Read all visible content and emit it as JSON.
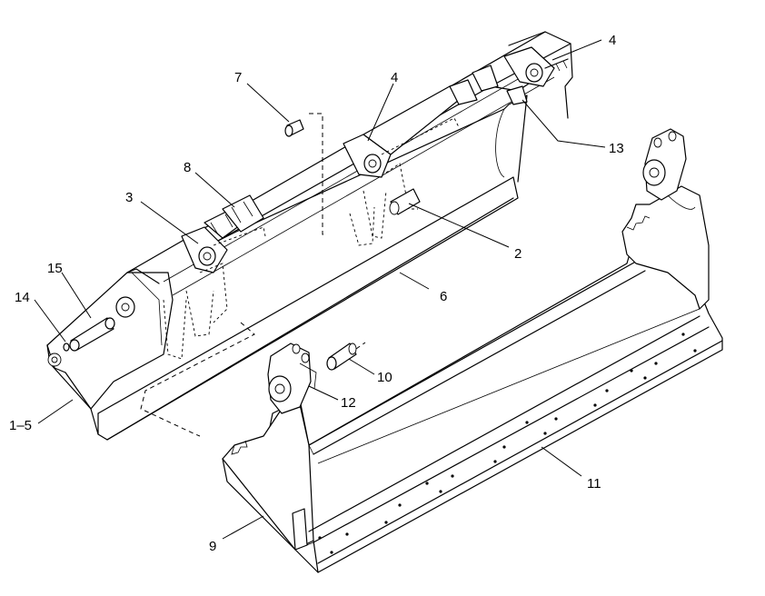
{
  "callouts": {
    "c1_5": "1–5",
    "c2": "2",
    "c3": "3",
    "c4a": "4",
    "c4b": "4",
    "c6": "6",
    "c7": "7",
    "c8": "8",
    "c9": "9",
    "c10": "10",
    "c11": "11",
    "c12": "12",
    "c13": "13",
    "c14": "14",
    "c15": "15"
  }
}
